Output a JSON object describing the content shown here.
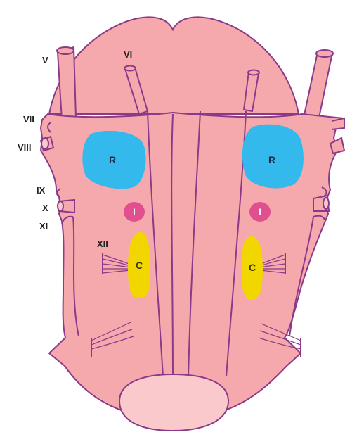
{
  "colors": {
    "tissue": "#f6a9ad",
    "tissue_light": "#f9c9cb",
    "outline": "#8a3a88",
    "region_R": "#33b9ec",
    "region_I": "#e0508f",
    "region_C": "#f2d600",
    "text": "#222222"
  },
  "nerve_labels": {
    "v": "V",
    "vi": "VI",
    "vii": "VII",
    "viii": "VIII",
    "ix": "IX",
    "x": "X",
    "xi": "XI",
    "xii": "XII"
  },
  "regions": {
    "left": {
      "r": "R",
      "i": "I",
      "c": "C"
    },
    "right": {
      "r": "R",
      "i": "I",
      "c": "C"
    }
  }
}
